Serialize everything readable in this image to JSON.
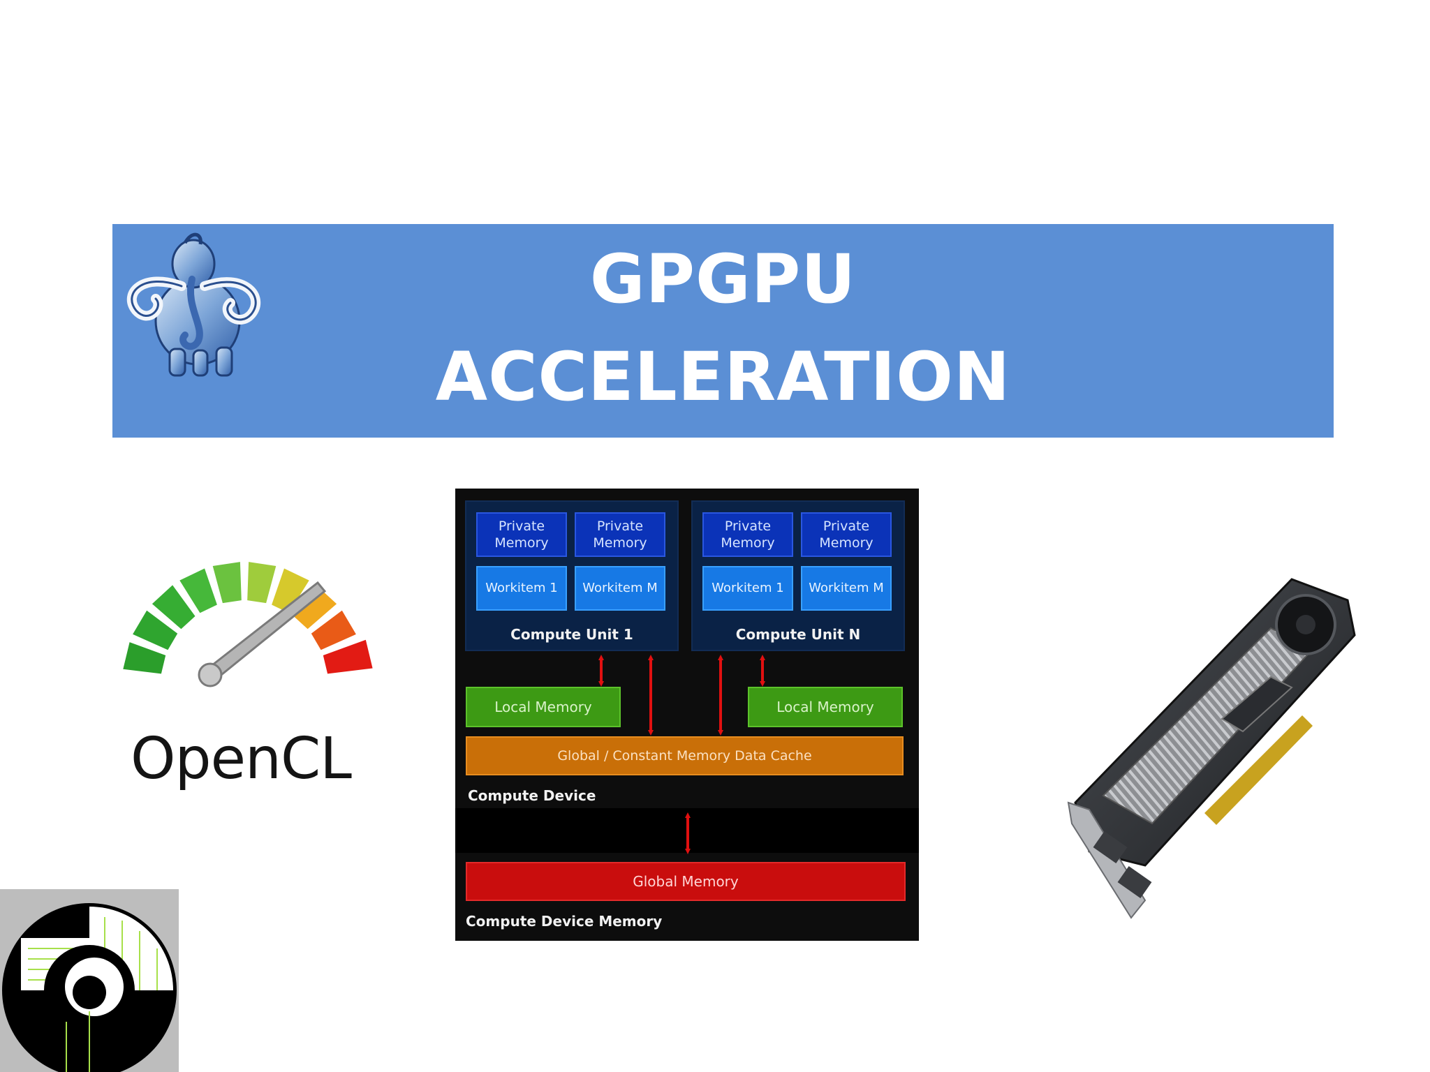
{
  "title": {
    "line1": "GPGPU",
    "line2": "ACCELERATION"
  },
  "opencl": {
    "label": "OpenCL"
  },
  "diagram": {
    "compute_units": [
      {
        "label": "Compute Unit 1",
        "private_memory": [
          "Private\nMemory",
          "Private\nMemory"
        ],
        "workitems": [
          "Workitem 1",
          "Workitem M"
        ]
      },
      {
        "label": "Compute Unit N",
        "private_memory": [
          "Private\nMemory",
          "Private\nMemory"
        ],
        "workitems": [
          "Workitem 1",
          "Workitem M"
        ]
      }
    ],
    "local_memory": [
      "Local Memory",
      "Local Memory"
    ],
    "cache": "Global / Constant Memory Data Cache",
    "device_label": "Compute Device",
    "global_memory": "Global Memory",
    "memory_label": "Compute Device Memory"
  },
  "colors": {
    "banner": "#5b8fd5",
    "private_memory": "#0b33b8",
    "workitem": "#1779e5",
    "local_memory": "#3d9a14",
    "cache": "#c96f08",
    "global_memory": "#c90d0d",
    "arrow": "#e01010"
  },
  "icons": {
    "top_left": "mammoth-logo",
    "left": "speedometer-icon",
    "bottom_left": "spiral-logo",
    "right": "gpu-card-image"
  }
}
